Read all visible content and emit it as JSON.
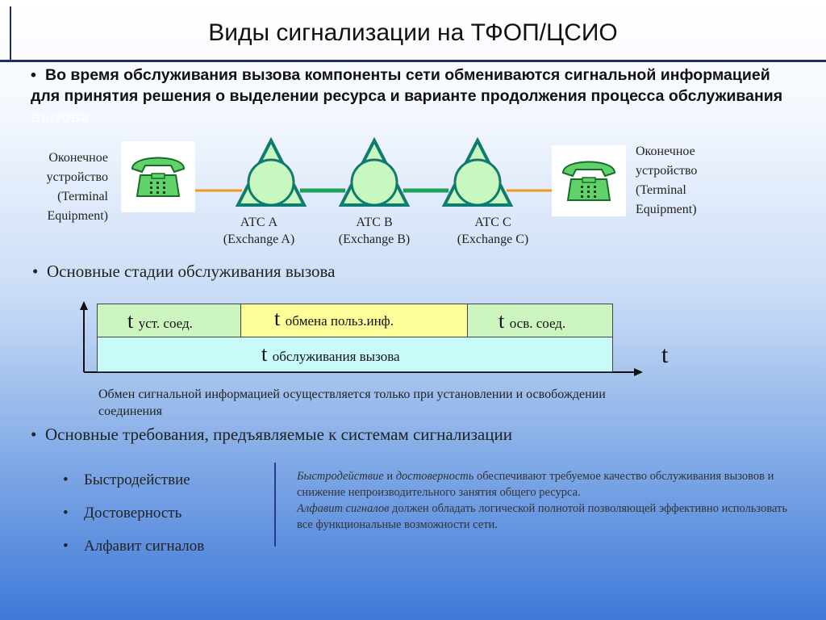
{
  "slide": {
    "title": "Виды сигнализации на ТФОП/ЦСИО",
    "bullet_dot": "•",
    "intro": {
      "text": "Во время обслуживания вызова компоненты сети обмениваются сигнальной информацией для принятия решения о выделении ресурса и варианте продолжения процесса обслуживания",
      "faint_tail": " вызова"
    },
    "terminal_left": [
      "Оконечное",
      "устройство",
      "(Terminal",
      "Equipment)"
    ],
    "terminal_right": [
      "Оконечное",
      "устройство",
      "(Terminal",
      "Equipment)"
    ],
    "exchanges": [
      {
        "name": "АТС A",
        "en": "(Exchange A)"
      },
      {
        "name": "АТС B",
        "en": "(Exchange B)"
      },
      {
        "name": "АТС C",
        "en": "(Exchange C)"
      }
    ],
    "stages_heading": "Основные стадии обслуживания вызова",
    "stages": [
      {
        "t": "t",
        "sub": "уст. соед.",
        "color": "#ccf5c0"
      },
      {
        "t": "t",
        "sub": "обмена польз.инф.",
        "color": "#fdfd9a"
      },
      {
        "t": "t",
        "sub": "осв. соед.",
        "color": "#ccf5c0"
      }
    ],
    "service": {
      "t": "t",
      "sub": "обслуживания вызова",
      "color": "#c8fafa"
    },
    "time_axis": "t",
    "stages_note": "Обмен сигнальной информацией осуществляется только при установлении и освобождении соединения",
    "req_heading": "Основные требования, предъявляемые к системам сигнализации",
    "req_items": [
      "Быстродействие",
      "Достоверность",
      "Алфавит сигналов"
    ],
    "req_note": {
      "p1_i1": "Быстродействие",
      "p1_and": " и ",
      "p1_i2": "достоверность",
      "p1_rest": " обеспечивают требуемое качество обслуживания вызовов и снижение непроизводительного занятия общего ресурса.",
      "p2_i": "Алфавит сигналов",
      "p2_rest": " должен обладать логической полнотой позволяющей эффективно использовать все функциональные возможности сети."
    },
    "colors": {
      "triangle_stroke": "#0f7a6e",
      "circle_fill": "#c8f7c0",
      "green_line": "#19a45a",
      "orange_line": "#f09a20",
      "phone_green": "#5fd36a"
    }
  }
}
